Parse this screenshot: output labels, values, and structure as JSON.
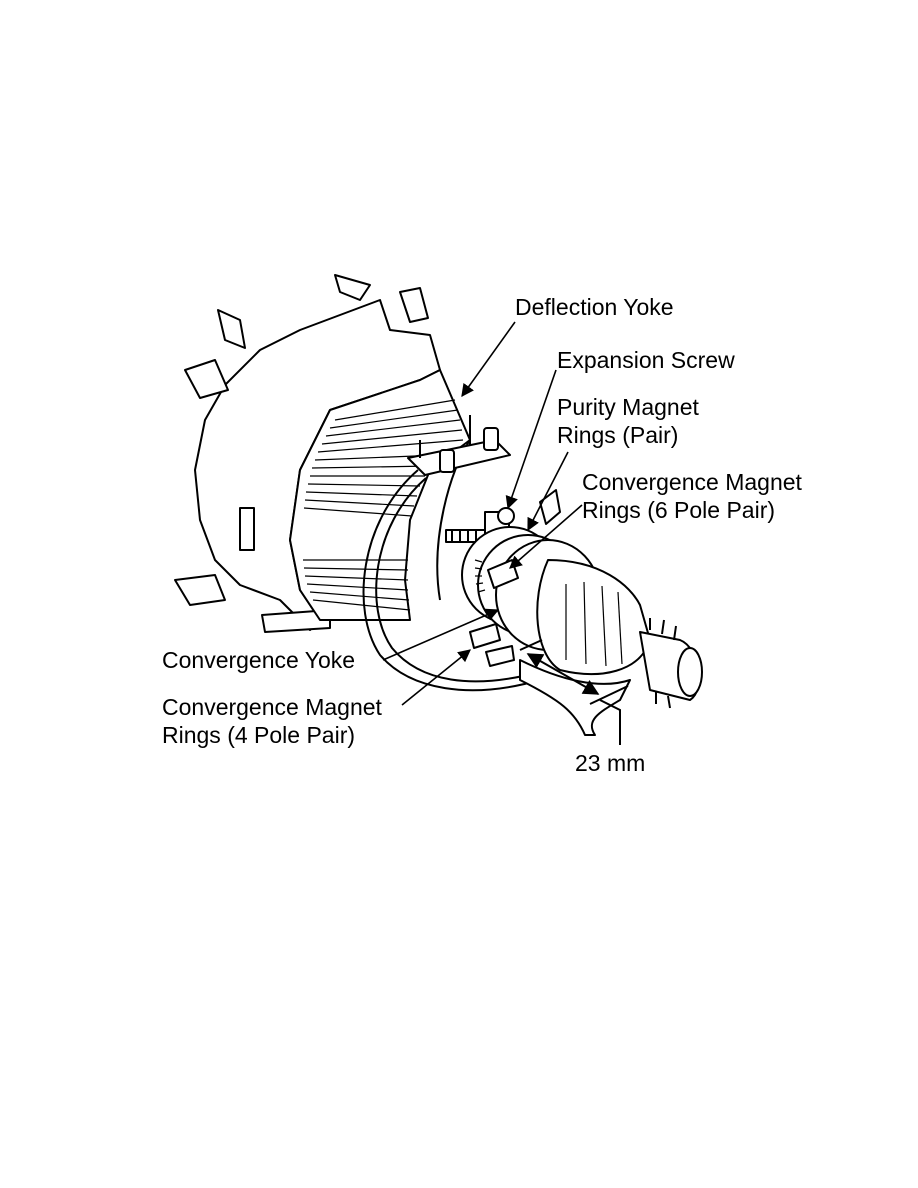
{
  "labels": {
    "deflection_yoke": "Deflection Yoke",
    "expansion_screw": "Expansion Screw",
    "purity_magnet_line1": "Purity Magnet",
    "purity_magnet_line2": "Rings (Pair)",
    "convergence_6pole_line1": "Convergence Magnet",
    "convergence_6pole_line2": "Rings (6 Pole Pair)",
    "convergence_yoke": "Convergence Yoke",
    "convergence_4pole_line1": "Convergence Magnet",
    "convergence_4pole_line2": "Rings (4 Pole Pair)",
    "dimension": "23 mm"
  },
  "colors": {
    "ink": "#000000",
    "paper": "#ffffff"
  }
}
